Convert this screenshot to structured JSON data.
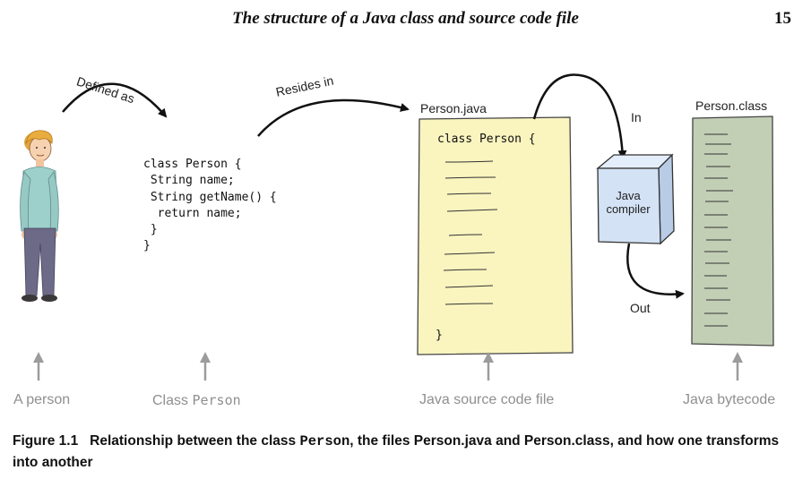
{
  "header": {
    "title": "The structure of a Java class and source code file",
    "page_number": "15"
  },
  "diagram": {
    "arrows": {
      "defined_as": "Defined as",
      "resides_in": "Resides in",
      "in": "In",
      "out": "Out"
    },
    "class_code": {
      "line1": "class Person {",
      "line2": " String name;",
      "line3": " String getName() {",
      "line4": "  return name;",
      "line5": " }",
      "line6": "}"
    },
    "source_file": {
      "name": "Person.java",
      "first_line": "class Person {",
      "last_line": "}"
    },
    "compiler": {
      "line1": "Java",
      "line2": "compiler"
    },
    "class_file": {
      "name": "Person.class"
    },
    "captions": {
      "person": "A person",
      "class_prefix": "Class ",
      "class_name": "Person",
      "source": "Java source code file",
      "bytecode": "Java bytecode"
    },
    "colors": {
      "source_file_fill": "#faf4bf",
      "class_file_fill": "#c3cfb5",
      "compiler_fill": "#d3e2f5",
      "caption_gray": "#8f8f8f"
    }
  },
  "figure_caption": {
    "label": "Figure 1.1",
    "text1": "Relationship between the class ",
    "mono": "Person",
    "text2": ", the files Person.java and Person.class, and how one transforms into another"
  }
}
